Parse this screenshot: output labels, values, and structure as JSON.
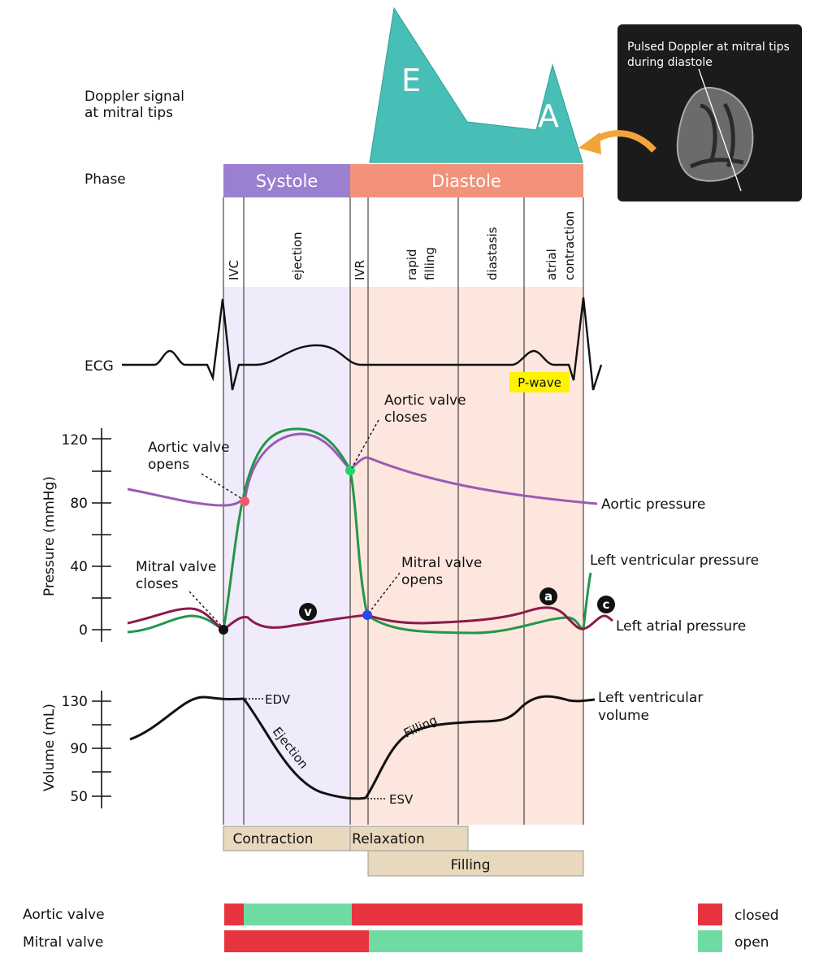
{
  "doppler": {
    "label_line1": "Doppler signal",
    "label_line2": "at mitral tips",
    "wave_e": "E",
    "wave_a": "A",
    "inset_line1": "Pulsed Doppler at mitral tips",
    "inset_line2": "during diastole",
    "fill_color": "#47bfb6",
    "inset_bg": "#1b1b1b",
    "arrow_color": "#f2a43a"
  },
  "phase": {
    "label": "Phase",
    "systole": "Systole",
    "diastole": "Diastole",
    "systole_color": "#9b7fd0",
    "diastole_color": "#f2927b",
    "sub": [
      "IVC",
      "ejection",
      "IVR",
      "rapid filling",
      "diastasis",
      "atrial contraction"
    ],
    "sub_lines": [
      [
        "IVC"
      ],
      [
        "ejection"
      ],
      [
        "IVR"
      ],
      [
        "rapid",
        "filling"
      ],
      [
        "diastasis"
      ],
      [
        "atrial",
        "contraction"
      ]
    ]
  },
  "ecg": {
    "label": "ECG",
    "pwave": "P-wave",
    "pwave_color": "#fff200"
  },
  "pressure": {
    "axis_label": "Pressure (mmHg)",
    "ticks": [
      "0",
      "40",
      "80",
      "120"
    ],
    "aortic_opens_1": "Aortic valve",
    "aortic_opens_2": "opens",
    "aortic_closes_1": "Aortic valve",
    "aortic_closes_2": "closes",
    "mitral_closes_1": "Mitral valve",
    "mitral_closes_2": "closes",
    "mitral_opens_1": "Mitral valve",
    "mitral_opens_2": "opens",
    "aortic_pressure": "Aortic pressure",
    "lv_pressure": "Left ventricular pressure",
    "la_pressure": "Left atrial pressure",
    "wave_v": "v",
    "wave_a": "a",
    "wave_c": "c",
    "aortic_color": "#9b5bb5",
    "lv_color": "#23964a",
    "la_color": "#8c1a4a"
  },
  "volume": {
    "axis_label": "Volume (mL)",
    "ticks": [
      "50",
      "90",
      "130"
    ],
    "edv": "EDV",
    "esv": "ESV",
    "ejection": "Ejection",
    "filling": "Filling",
    "lv_volume_1": "Left ventricular",
    "lv_volume_2": "volume"
  },
  "bars": {
    "contraction": "Contraction",
    "relaxation": "Relaxation",
    "filling": "Filling",
    "color": "#e8d8bd"
  },
  "valves": {
    "aortic": "Aortic valve",
    "mitral": "Mitral valve",
    "closed": "closed",
    "open": "open",
    "closed_color": "#e8343f",
    "open_color": "#6fdba3"
  }
}
